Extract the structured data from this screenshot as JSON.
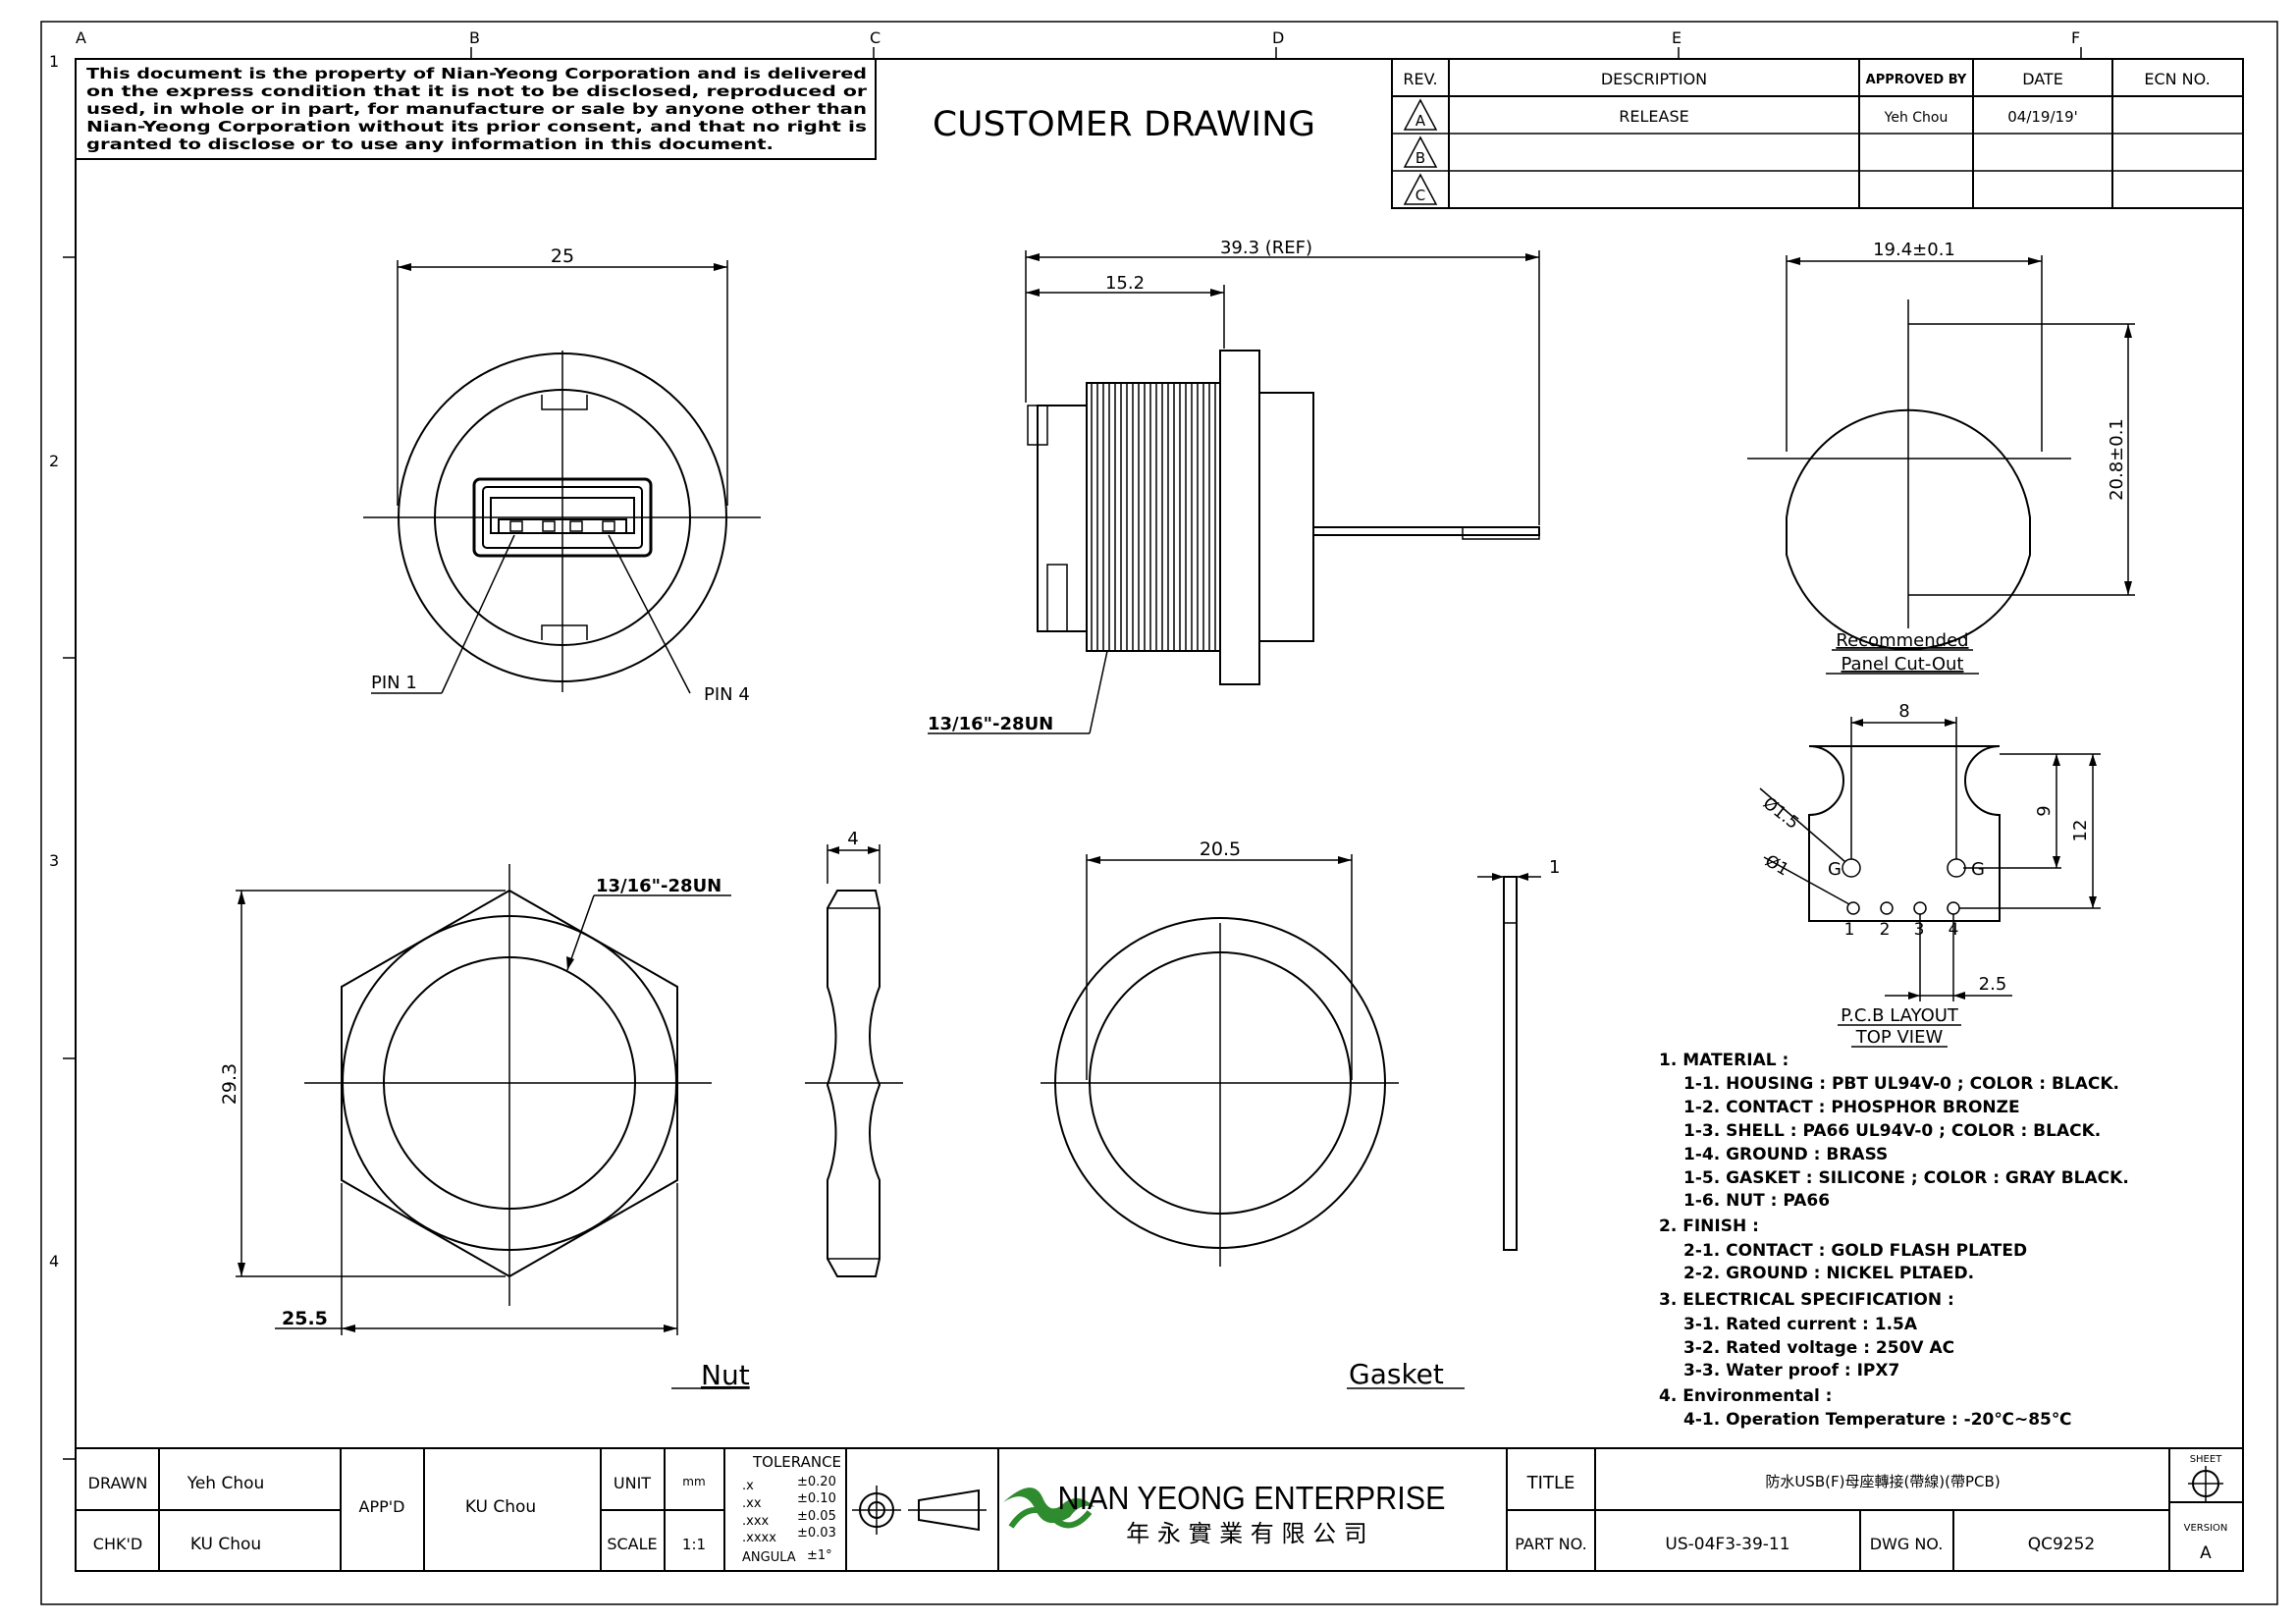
{
  "disclaimer": [
    "This document is the property of Nian-Yeong Corporation and is delivered",
    "on  the  express condition that it is not to be disclosed, reproduced or",
    "used, in whole or in part, for manufacture or sale by anyone other than",
    "Nian-Yeong Corporation without  its prior consent, and that  no right  is",
    "granted to disclose or to use any information in this  document."
  ],
  "heading": "CUSTOMER  DRAWING",
  "zones": {
    "cols": [
      "A",
      "B",
      "C",
      "D",
      "E",
      "F"
    ],
    "rows": [
      "1",
      "2",
      "3",
      "4"
    ]
  },
  "revision": {
    "headers": [
      "REV.",
      "DESCRIPTION",
      "APPROVED BY",
      "DATE",
      "ECN NO."
    ],
    "rows": [
      {
        "rev": "A",
        "description": "RELEASE",
        "approved_by": "Yeh Chou",
        "date": "04/19/19'",
        "ecn": ""
      },
      {
        "rev": "B",
        "description": "",
        "approved_by": "",
        "date": "",
        "ecn": ""
      },
      {
        "rev": "C",
        "description": "",
        "approved_by": "",
        "date": "",
        "ecn": ""
      }
    ]
  },
  "front_view": {
    "dim_width": "25",
    "pin1": "PIN 1",
    "pin4": "PIN 4"
  },
  "side_view": {
    "dim_total": "39.3 (REF)",
    "dim_thread_len": "15.2",
    "thread": "13/16\"-28UN"
  },
  "cutout": {
    "dim_width": "19.4±0.1",
    "dim_height": "20.8±0.1",
    "label_line1": "Recommended",
    "label_line2": "Panel Cut-Out"
  },
  "pcb": {
    "dim_pitch_g": "8",
    "dim_9": "9",
    "dim_12": "12",
    "dim_hole_g": "Ø1.5",
    "dim_hole_pin": "Ø1",
    "ground_left": "G",
    "ground_right": "G",
    "pins": [
      "1",
      "2",
      "3",
      "4"
    ],
    "dim_2_5": "2.5",
    "label_line1": "P.C.B LAYOUT",
    "label_line2": "TOP VIEW"
  },
  "nut": {
    "dim_thread": "13/16\"-28UN",
    "dim_height": "29.3",
    "dim_width": "25.5",
    "dim_thickness": "4",
    "label": "Nut"
  },
  "gasket": {
    "dim_diameter": "20.5",
    "dim_thickness": "1",
    "label": "Gasket"
  },
  "notes": [
    {
      "text": "1. MATERIAL :",
      "indent": 0
    },
    {
      "text": "1-1. HOUSING : PBT UL94V-0 ; COLOR : BLACK.",
      "indent": 1
    },
    {
      "text": "1-2. CONTACT : PHOSPHOR BRONZE",
      "indent": 1
    },
    {
      "text": "1-3. SHELL : PA66 UL94V-0 ; COLOR : BLACK.",
      "indent": 1
    },
    {
      "text": "1-4. GROUND : BRASS",
      "indent": 1
    },
    {
      "text": "1-5. GASKET : SILICONE ; COLOR : GRAY BLACK.",
      "indent": 1
    },
    {
      "text": "1-6. NUT : PA66",
      "indent": 1
    },
    {
      "text": "2. FINISH :",
      "indent": 0
    },
    {
      "text": "2-1. CONTACT : GOLD FLASH PLATED",
      "indent": 1
    },
    {
      "text": "2-2. GROUND : NICKEL PLTAED.",
      "indent": 1
    },
    {
      "text": "3. ELECTRICAL SPECIFICATION :",
      "indent": 0
    },
    {
      "text": "3-1. Rated current : 1.5A",
      "indent": 1
    },
    {
      "text": "3-2. Rated voltage : 250V AC",
      "indent": 1
    },
    {
      "text": "3-3. Water proof : IPX7",
      "indent": 1
    },
    {
      "text": "4. Environmental :",
      "indent": 0
    },
    {
      "text": "4-1. Operation Temperature : -20℃~85℃",
      "indent": 1
    }
  ],
  "title_block": {
    "drawn_label": "DRAWN",
    "drawn": "Yeh Chou",
    "checked_label": "CHK'D",
    "checked": "KU Chou",
    "approved_label": "APP'D",
    "approved": "KU Chou",
    "unit_label": "UNIT",
    "unit": "mm",
    "scale_label": "SCALE",
    "scale": "1:1",
    "tolerance_title": "TOLERANCE",
    "tolerances": [
      {
        "label": ".x",
        "value": "±0.20"
      },
      {
        "label": ".xx",
        "value": "±0.10"
      },
      {
        "label": ".xxx",
        "value": "±0.05"
      },
      {
        "label": ".xxxx",
        "value": "±0.03"
      },
      {
        "label": "ANGULA",
        "value": "±1°"
      }
    ],
    "company_en": "NIAN YEONG ENTERPRISE",
    "company_zh": "年 永 實 業 有 限 公 司",
    "title_label": "TITLE",
    "title": "防水USB(F)母座轉接(帶線)(帶PCB)",
    "part_label": "PART NO.",
    "part_no": "US-04F3-39-11",
    "dwg_label": "DWG NO.",
    "dwg_no": "QC9252",
    "sheet_label": "SHEET",
    "version_label": "VERSION",
    "version": "A",
    "logo_color": "#2e8b2e"
  }
}
